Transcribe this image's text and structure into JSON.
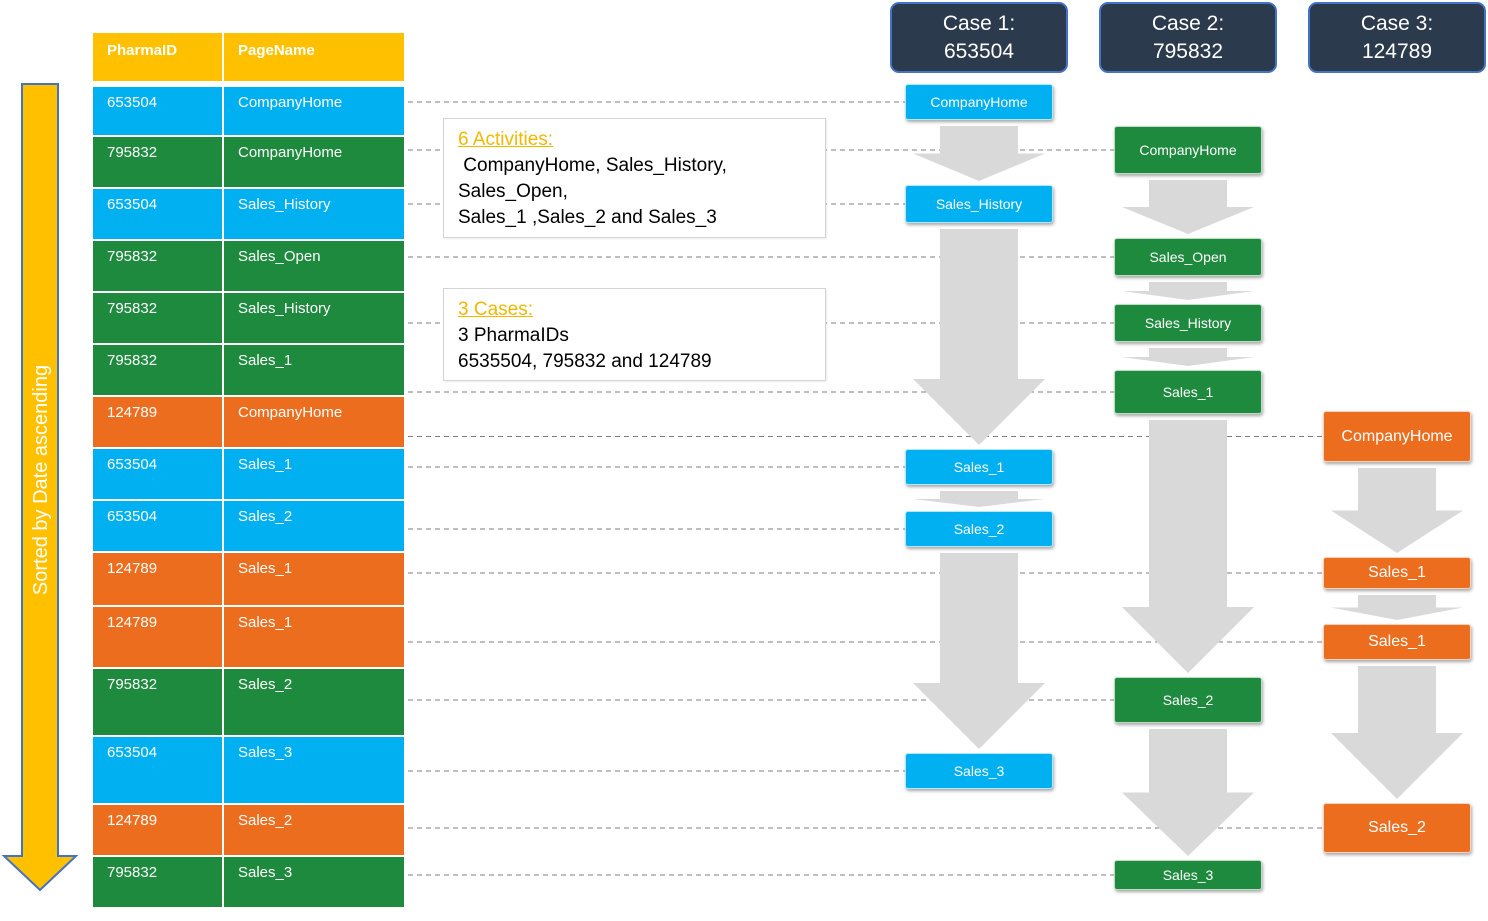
{
  "side_label": "Sorted by Date ascending",
  "table": {
    "headers": [
      "PharmaID",
      "PageName"
    ],
    "rows": [
      {
        "id": "653504",
        "page": "CompanyHome",
        "case": 1
      },
      {
        "id": "795832",
        "page": "CompanyHome",
        "case": 2
      },
      {
        "id": "653504",
        "page": "Sales_History",
        "case": 1
      },
      {
        "id": "795832",
        "page": "Sales_Open",
        "case": 2
      },
      {
        "id": "795832",
        "page": "Sales_History",
        "case": 2
      },
      {
        "id": "795832",
        "page": "Sales_1",
        "case": 2
      },
      {
        "id": "124789",
        "page": "CompanyHome",
        "case": 3
      },
      {
        "id": "653504",
        "page": "Sales_1",
        "case": 1
      },
      {
        "id": "653504",
        "page": "Sales_2",
        "case": 1
      },
      {
        "id": "124789",
        "page": "Sales_1",
        "case": 3
      },
      {
        "id": "124789",
        "page": "Sales_1",
        "case": 3
      },
      {
        "id": "795832",
        "page": "Sales_2",
        "case": 2
      },
      {
        "id": "653504",
        "page": "Sales_3",
        "case": 1
      },
      {
        "id": "124789",
        "page": "Sales_2",
        "case": 3
      },
      {
        "id": "795832",
        "page": "Sales_3",
        "case": 2
      }
    ]
  },
  "cases": [
    {
      "title": "Case 1:",
      "id": "653504"
    },
    {
      "title": "Case 2:",
      "id": "795832"
    },
    {
      "title": "Case 3:",
      "id": "124789"
    }
  ],
  "notes": [
    {
      "title": "6 Activities:",
      "lines": [
        " CompanyHome, Sales_History,",
        "Sales_Open,",
        "Sales_1 ,Sales_2 and Sales_3"
      ]
    },
    {
      "title": "3 Cases:",
      "lines": [
        "3 PharmaIDs",
        "6535504, 795832 and 124789"
      ]
    }
  ],
  "colors": {
    "header": "#ffc000",
    "case1": "#00b0f0",
    "case2": "#1e8a3e",
    "case3": "#ed6d1f",
    "case_header_bg": "#2b3a4d",
    "arrow": "#d9d9d9",
    "side_arrow": "#ffc000",
    "note_title": "#f2b800"
  }
}
